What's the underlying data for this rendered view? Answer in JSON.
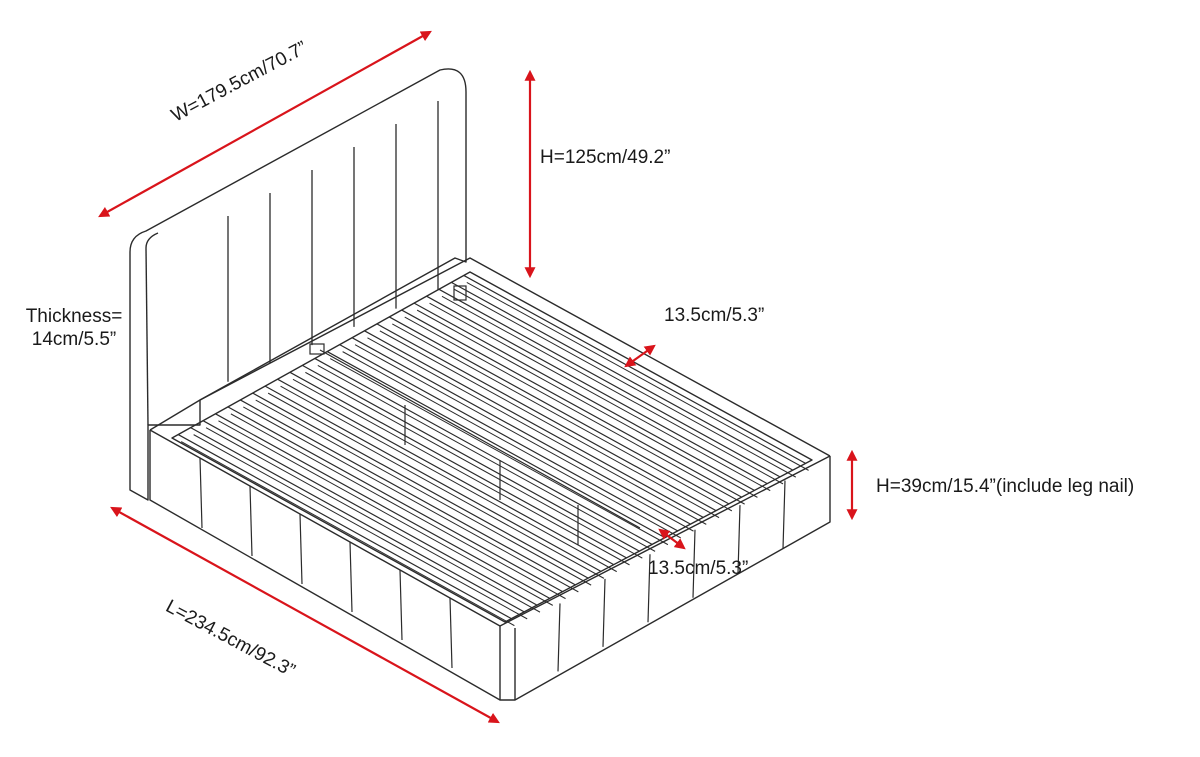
{
  "labels": {
    "width": "W=179.5cm/70.7”",
    "headboard_height": "H=125cm/49.2”",
    "thickness_line1": "Thickness=",
    "thickness_line2": "14cm/5.5”",
    "slat_gap_top": "13.5cm/5.3”",
    "bed_height": "H=39cm/15.4”(include leg nail)",
    "slat_gap_bottom": "13.5cm/5.3”",
    "length": "L=234.5cm/92.3”"
  },
  "colors": {
    "line": "#2b2b2b",
    "arrow": "#d9141b",
    "text": "#1a1a1a",
    "background": "#ffffff"
  }
}
